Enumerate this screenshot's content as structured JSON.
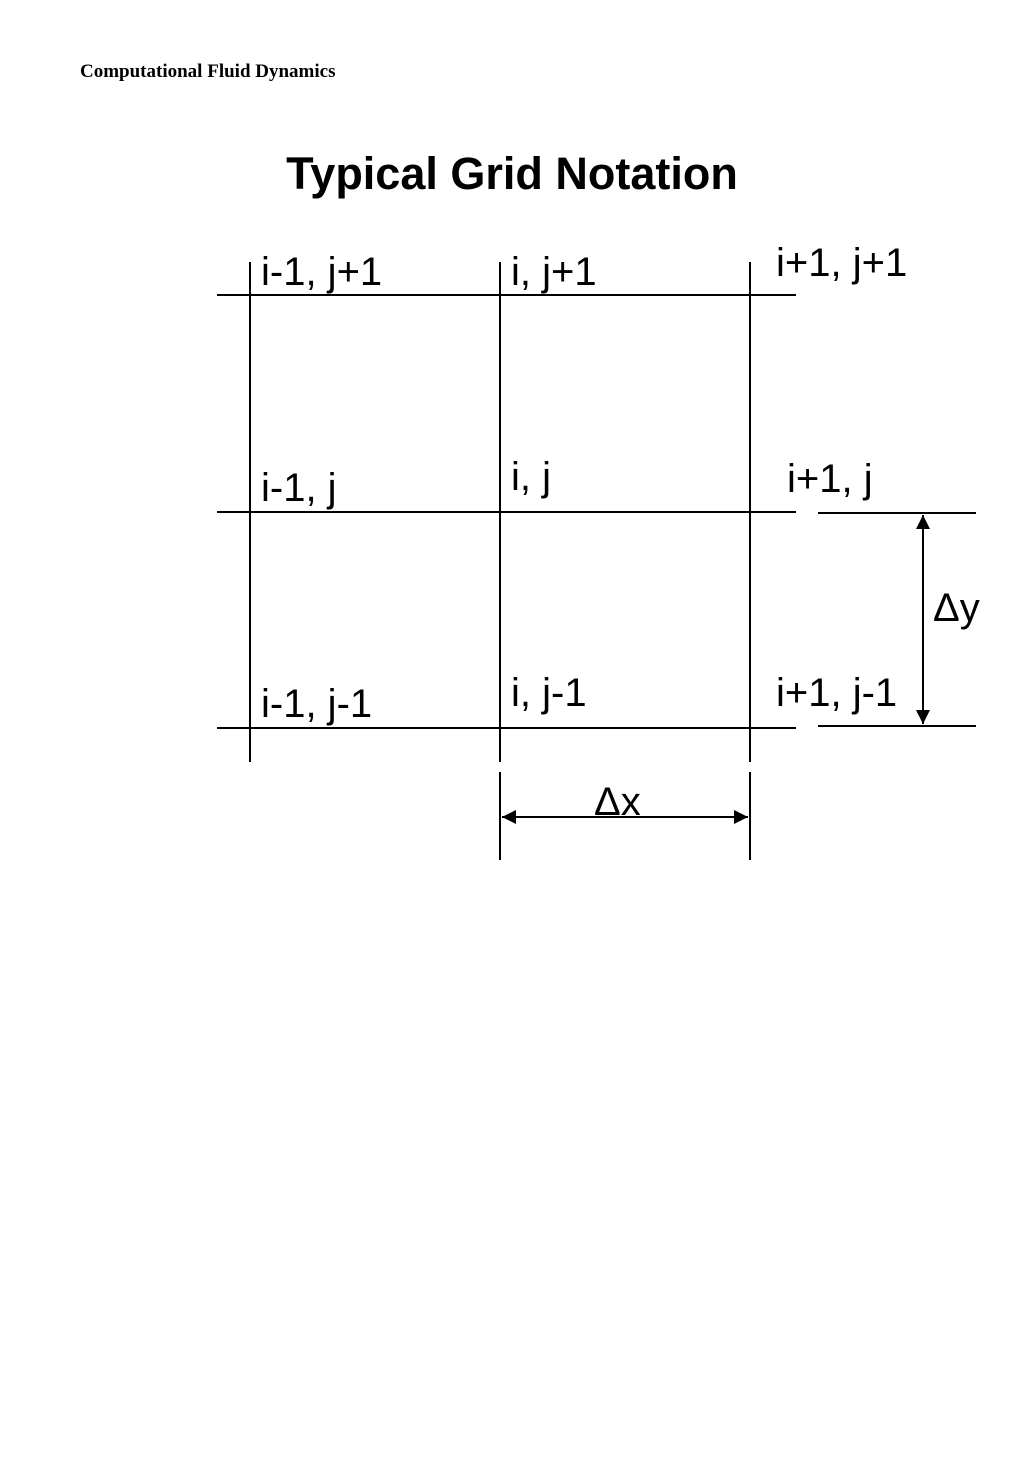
{
  "header": {
    "course": "Computational Fluid Dynamics"
  },
  "title": "Typical Grid Notation",
  "grid": {
    "nodes": {
      "top_left": "i-1, j+1",
      "top_center": "i, j+1",
      "top_right": "i+1, j+1",
      "mid_left": "i-1, j",
      "mid_center": "i, j",
      "mid_right": "i+1, j",
      "bot_left": "i-1, j-1",
      "bot_center": "i, j-1",
      "bot_right": "i+1, j-1"
    },
    "dimensions": {
      "dx": "Δx",
      "dy": "Δy"
    }
  }
}
